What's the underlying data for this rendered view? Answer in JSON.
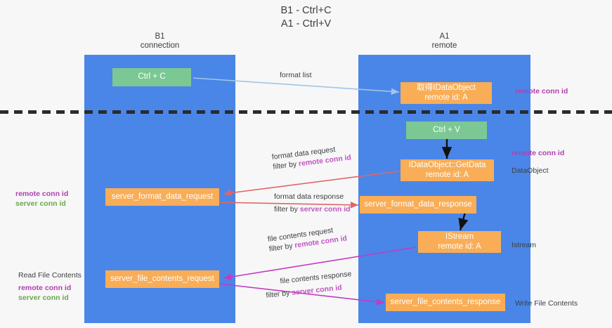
{
  "title": {
    "line1": "B1 - Ctrl+C",
    "line2": "A1 - Ctrl+V"
  },
  "columns": [
    {
      "name": "B1",
      "role": "connection"
    },
    {
      "name": "A1",
      "role": "remote"
    }
  ],
  "nodes": {
    "ctrl_c": {
      "label": "Ctrl + C"
    },
    "ctrl_v": {
      "label": "Ctrl + V"
    },
    "get_idataobject": {
      "label": "取得IDataObject",
      "sub": "remote id: A"
    },
    "idataobject_getdata": {
      "label": "IDataObject::GetData",
      "sub": "remote id: A"
    },
    "istream": {
      "label": "IStream",
      "sub": "remote id: A"
    },
    "server_format_data_request": {
      "label": "server_format_data_request"
    },
    "server_format_data_response": {
      "label": "server_format_data_response"
    },
    "server_file_contents_request": {
      "label": "server_file_contents_request"
    },
    "server_file_contents_response": {
      "label": "server_file_contents_response"
    }
  },
  "edges": {
    "format_list": {
      "line1": "format list",
      "line2": ""
    },
    "format_data_request": {
      "line1": "format data request",
      "prefix": "filter by ",
      "highlight": "remote conn id"
    },
    "format_data_response": {
      "line1": "format data response",
      "prefix": "filter by ",
      "highlight": "server conn id"
    },
    "file_contents_request": {
      "line1": "file contents request",
      "prefix": "filter by ",
      "highlight": "remote conn id"
    },
    "file_contents_response": {
      "line1": "file contents response",
      "prefix": "filter by ",
      "highlight": "server conn id"
    }
  },
  "annotations": {
    "right_remote_conn_id_top": "remote conn id",
    "right_remote_conn_id_mid": "remote conn id",
    "right_dataobject": "DataObject",
    "right_istream": "Istream",
    "right_write_file_contents": "Write File Contents",
    "left_remote_conn_id": "remote conn id",
    "left_server_conn_id": "server conn id",
    "left_read_file_contents": "Read File Contents",
    "left_remote_conn_id_2": "remote conn id",
    "left_server_conn_id_2": "server conn id"
  },
  "colors": {
    "lane": "#4a86e8",
    "green_node": "#7cc894",
    "orange_node": "#f9ad56",
    "purple": "#c154c1",
    "green_text": "#6aa84f",
    "red_arrow": "#e06666",
    "magenta_arrow": "#c13cc1",
    "light_blue_arrow": "#9fc5e8",
    "black_arrow": "#000000",
    "background": "#f7f7f7"
  }
}
